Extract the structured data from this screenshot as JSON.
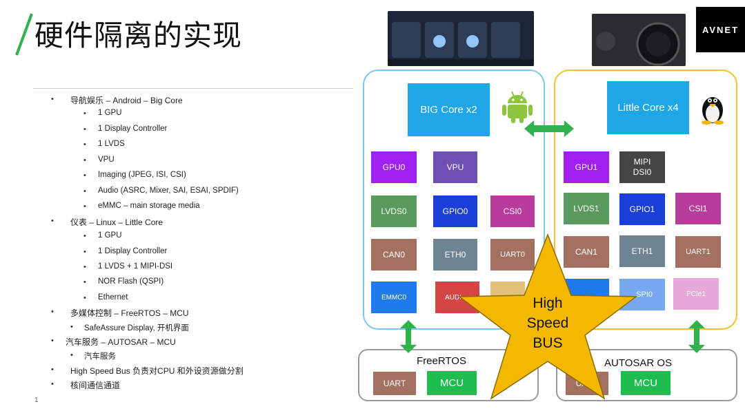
{
  "title": "硬件隔离的实现",
  "logo_text": "AVNET",
  "page_number": "1",
  "bullets": [
    {
      "text": "导航娱乐 – Android – Big Core",
      "level": 1
    },
    {
      "text": "1 GPU",
      "level": 2
    },
    {
      "text": "1 Display Controller",
      "level": 2
    },
    {
      "text": "1 LVDS",
      "level": 2
    },
    {
      "text": "VPU",
      "level": 2
    },
    {
      "text": "Imaging (JPEG, ISI, CSI)",
      "level": 2
    },
    {
      "text": "Audio (ASRC, Mixer, SAI, ESAI, SPDIF)",
      "level": 2
    },
    {
      "text": "eMMC – main storage media",
      "level": 2
    },
    {
      "text": "仪表 – Linux – Little Core",
      "level": 1
    },
    {
      "text": "1 GPU",
      "level": 2
    },
    {
      "text": "1 Display Controller",
      "level": 2
    },
    {
      "text": "1 LVDS + 1 MIPI-DSI",
      "level": 2
    },
    {
      "text": "NOR Flash (QSPI)",
      "level": 2
    },
    {
      "text": "Ethernet",
      "level": 2
    },
    {
      "text": "多媒体控制 – FreeRTOS – MCU",
      "level": 1
    },
    {
      "text": "SafeAssure Display, 开机界面",
      "level": 2
    },
    {
      "text": "汽车服务 – AUTOSAR – MCU",
      "level": 1
    },
    {
      "text": "汽车服务",
      "level": 2
    },
    {
      "text": "High Speed Bus 负责对CPU 和外设资源做分割",
      "level": 1
    },
    {
      "text": "核间通信通道",
      "level": 1
    }
  ],
  "diagram": {
    "big_core": "BIG Core x2",
    "little_core": "Little Core x4",
    "left_blocks": {
      "gpu0": "GPU0",
      "vpu": "VPU",
      "lvds0": "LVDS0",
      "gpio0": "GPIO0",
      "csi0": "CSI0",
      "can0": "CAN0",
      "eth0": "ETH0",
      "uart0": "UART0",
      "emmc0": "EMMC0",
      "audio": "AUDI"
    },
    "right_blocks": {
      "gpu1": "GPU1",
      "mipi": "MIPI\nDSI0",
      "lvds1": "LVDS1",
      "gpio1": "GPIO1",
      "csi1": "CSI1",
      "can1": "CAN1",
      "eth1": "ETH1",
      "uart1": "UART1",
      "qspi": "SPI0",
      "pcie": "PCIe1"
    },
    "star_text": "High\nSpeed\nBUS",
    "freertos": {
      "label": "FreeRTOS",
      "uart": "UART",
      "mcu": "MCU"
    },
    "autosar": {
      "label": "AUTOSAR OS",
      "uart": "UART",
      "mcu": "MCU"
    }
  },
  "colors": {
    "accent_green": "#2fb24c",
    "core_blue": "#1ea6e6",
    "left_border": "#7ec6e8",
    "right_border": "#f2c230",
    "purple": "#a020f0",
    "violet": "#6e4fb3",
    "green_block": "#5a9a5e",
    "blue": "#1a3fd8",
    "magenta": "#b83c9c",
    "brown": "#a47161",
    "slate": "#6e8493",
    "mcu_green": "#1ebe4e",
    "star": "#f5b800"
  }
}
